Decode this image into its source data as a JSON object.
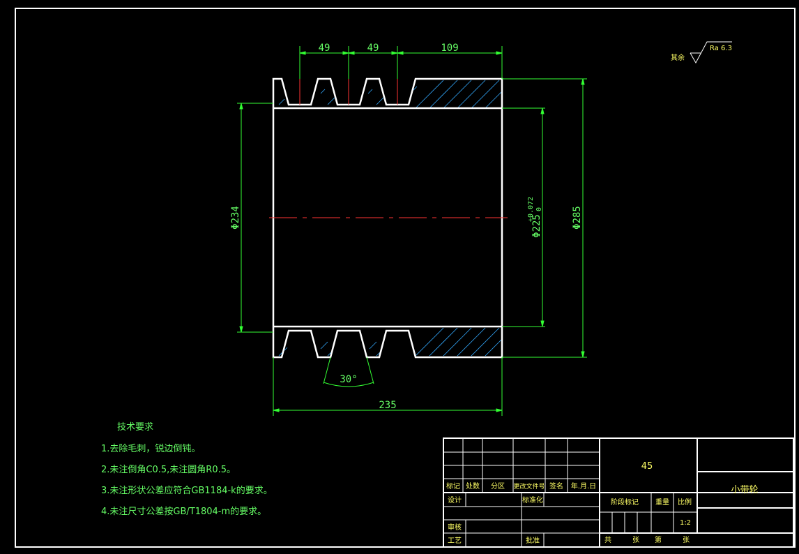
{
  "dimensions": {
    "groove_pitch_1": "49",
    "groove_pitch_2": "49",
    "right_segment": "109",
    "overall_length": "235",
    "bore_diameter": "Φ234",
    "hub_diameter": "Φ225",
    "hub_tolerance": "+0.072",
    "hub_tolerance_lower": "0",
    "outer_diameter": "Φ285",
    "groove_angle": "30°"
  },
  "surface_finish": {
    "prefix": "其余",
    "value": "Ra 6.3"
  },
  "tech_requirements": {
    "title": "技术要求",
    "items": [
      "1.去除毛刺，锐边倒钝。",
      "2.未注倒角C0.5,未注圆角R0.5。",
      "3.未注形状公差应符合GB1184-k的要求。",
      "4.未注尺寸公差按GB/T1804-m的要求。"
    ]
  },
  "title_block": {
    "material": "45",
    "part_name": "小带轮",
    "headers": [
      "标记",
      "处数",
      "分区",
      "更改文件号",
      "签名",
      "年.月.日"
    ],
    "design": "设计",
    "standardize": "标准化",
    "review": "审核",
    "process": "工艺",
    "approve": "批准",
    "stage_mark": "阶段标记",
    "weight": "重量",
    "scale": "比例",
    "scale_value": "1:2",
    "sheets_total": "共",
    "sheets_unit": "张",
    "sheet_no": "第",
    "sheet_unit2": "张"
  },
  "colors": {
    "outline": "#ffffff",
    "dimension": "#33ff33",
    "hatch": "#33aaff",
    "centerline": "#ff3333",
    "titleblock_text": "#ffff66"
  }
}
